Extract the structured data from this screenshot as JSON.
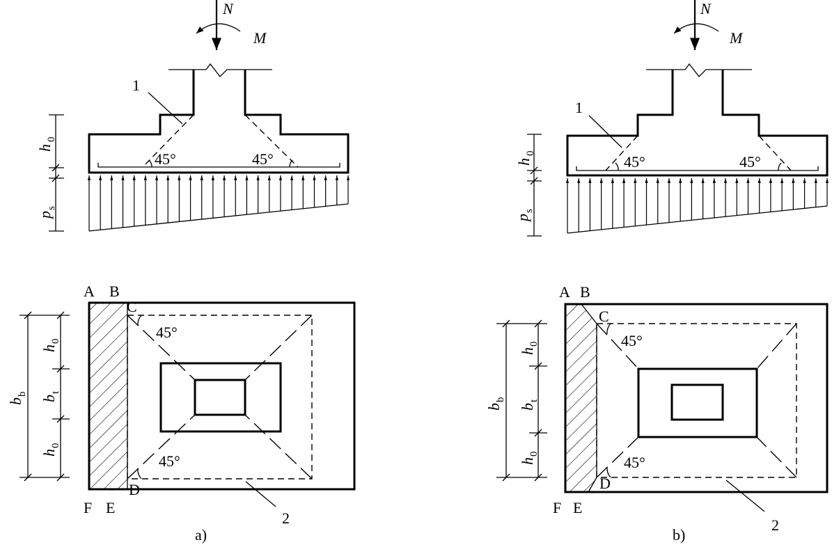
{
  "labels": {
    "axial_force": "N",
    "moment": "M",
    "effective_depth": "h",
    "effective_depth_sub": "0",
    "soil_pressure": "p",
    "soil_pressure_sub": "s",
    "width_b": "b",
    "width_b_sub": "b",
    "width_t": "b",
    "width_t_sub": "t",
    "angle": "45°",
    "marker_1": "1",
    "marker_2": "2",
    "pt_A": "A",
    "pt_B": "B",
    "pt_C": "C",
    "pt_D": "D",
    "pt_E": "E",
    "pt_F": "F"
  },
  "captions": {
    "a": "a)",
    "b": "b)"
  }
}
